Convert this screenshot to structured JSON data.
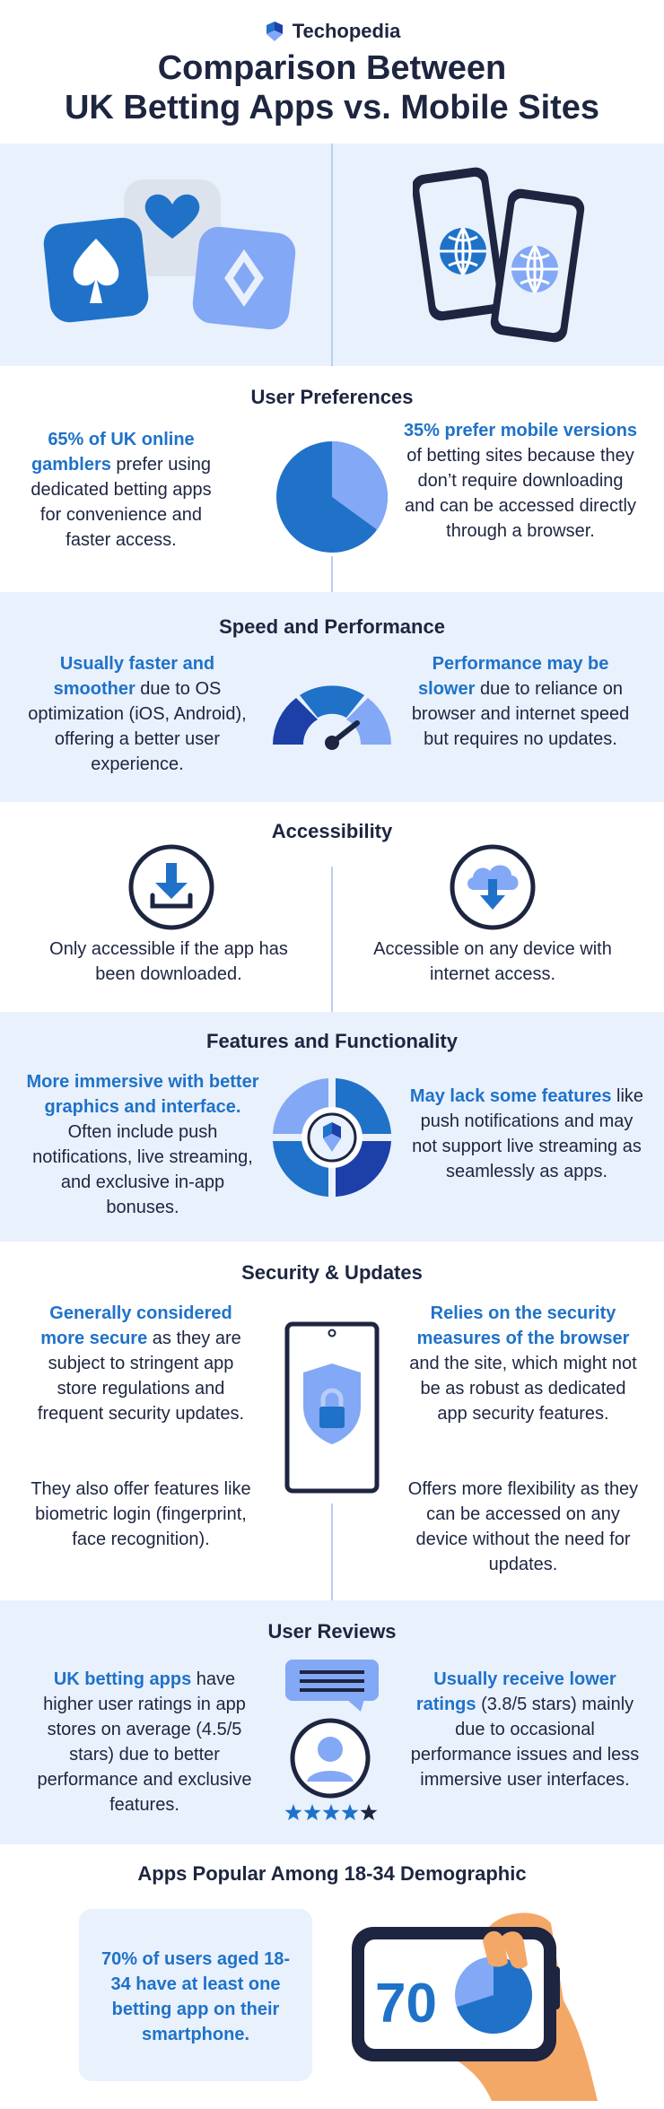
{
  "brand": "Techopedia",
  "title_line1": "Comparison Between",
  "title_line2": "UK Betting Apps vs. Mobile Sites",
  "sections": {
    "user_preferences": {
      "title": "User Preferences",
      "left_hl": "65% of UK online gamblers",
      "left_text": " prefer using dedicated betting apps for convenience and faster access.",
      "right_hl": "35% prefer mobile versions",
      "right_text": " of betting sites because they don’t require downloading and can be accessed directly through a browser.",
      "pie": {
        "app_share": 65,
        "mobile_share": 35
      }
    },
    "speed": {
      "title": "Speed and Performance",
      "left_hl": "Usually faster and smoother",
      "left_text": " due to OS optimization (iOS, Android), offering a better user experience.",
      "right_hl": "Performance may be slower",
      "right_text": " due to reliance on browser and internet speed but requires no updates."
    },
    "accessibility": {
      "title": "Accessibility",
      "left_text": "Only accessible if the app has been downloaded.",
      "right_text": "Accessible on any device with internet access."
    },
    "features": {
      "title": "Features and Functionality",
      "left_hl": "More immersive with better graphics and interface.",
      "left_text": " Often include push notifications, live streaming, and exclusive in-app  bonuses.",
      "right_hl": "May lack some features",
      "right_text": " like push notifications and may not support live streaming as seamlessly as apps."
    },
    "security": {
      "title": "Security & Updates",
      "left_hl": "Generally considered more secure",
      "left_text": " as they are subject to stringent app store regulations and frequent security updates.",
      "left_text2": "They also offer features like biometric login (fingerprint, face recognition).",
      "right_hl": "Relies on the security measures of the browser",
      "right_text": " and the site, which might not be as robust as dedicated app security features.",
      "right_text2": "Offers more flexibility as they can be accessed on any device without the need for updates."
    },
    "reviews": {
      "title": "User Reviews",
      "left_hl": "UK betting apps",
      "left_text": " have higher user ratings in app stores on average (4.5/5 stars) due to better performance and exclusive features.",
      "right_hl": "Usually receive lower ratings",
      "right_text": " (3.8/5 stars) mainly due to occasional performance issues and less immersive user interfaces.",
      "stars_filled": 4,
      "stars_total": 5
    },
    "demographic": {
      "title": "Apps Popular Among 18-34 Demographic",
      "card_text": "70% of users aged 18-34 have at least one betting app on their smartphone.",
      "big_number": "70",
      "pie_share": 70
    }
  },
  "colors": {
    "navy": "#1d2540",
    "accent_blue": "#1f72c8",
    "light_blue": "#83a8f5",
    "bg_blue": "#e9f1fd"
  }
}
